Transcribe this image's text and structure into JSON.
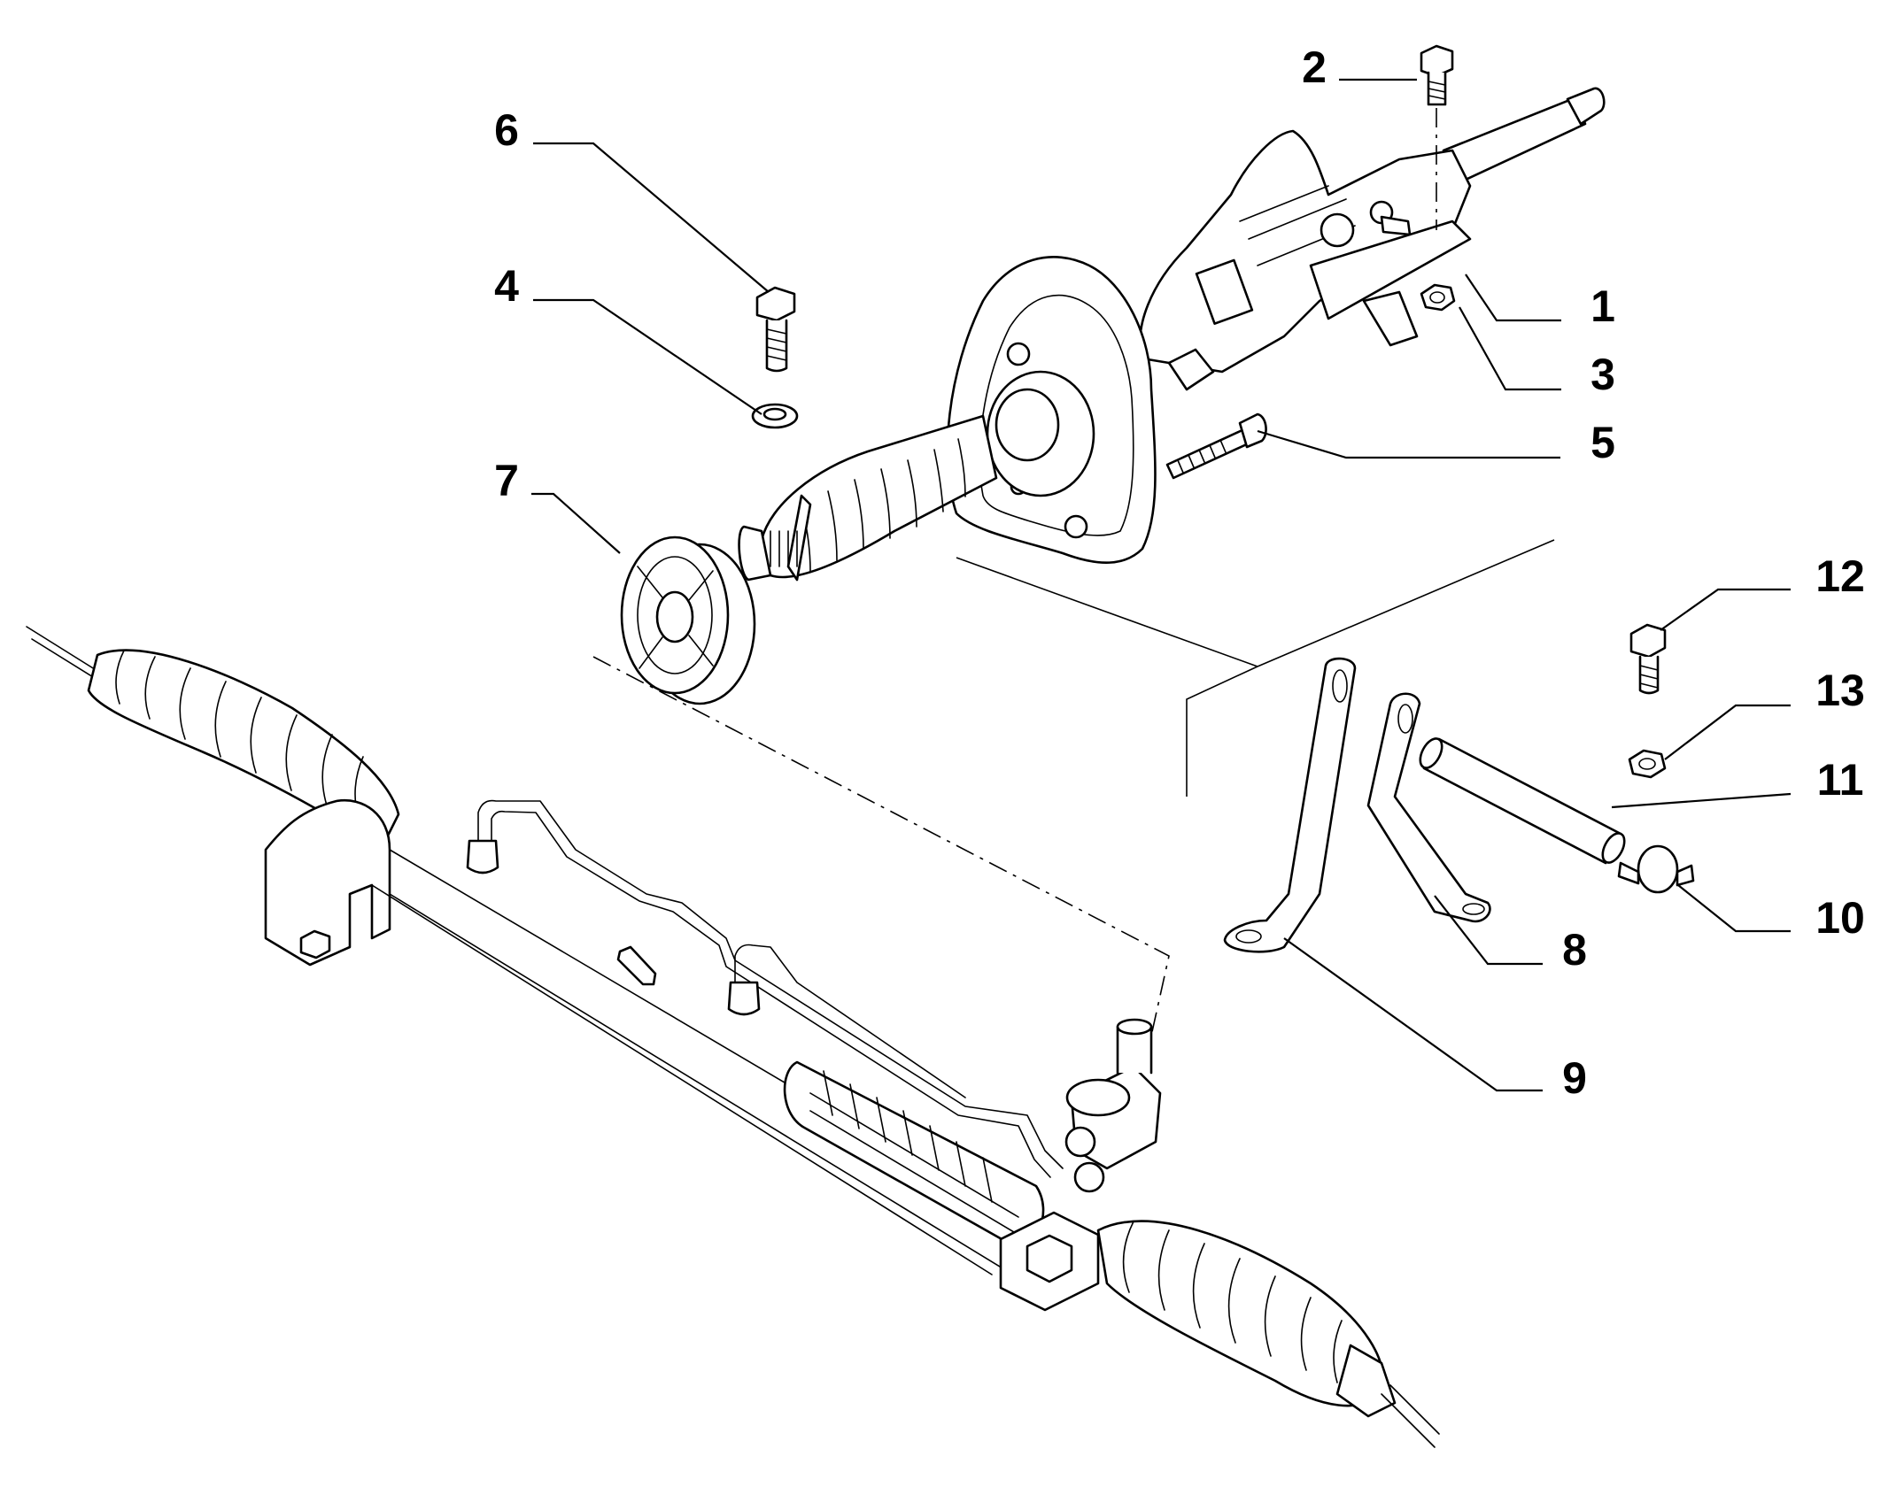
{
  "diagram": {
    "callouts": [
      {
        "id": "1",
        "label": "1"
      },
      {
        "id": "2",
        "label": "2"
      },
      {
        "id": "3",
        "label": "3"
      },
      {
        "id": "4",
        "label": "4"
      },
      {
        "id": "5",
        "label": "5"
      },
      {
        "id": "6",
        "label": "6"
      },
      {
        "id": "7",
        "label": "7"
      },
      {
        "id": "8",
        "label": "8"
      },
      {
        "id": "9",
        "label": "9"
      },
      {
        "id": "10",
        "label": "10"
      },
      {
        "id": "11",
        "label": "11"
      },
      {
        "id": "12",
        "label": "12"
      },
      {
        "id": "13",
        "label": "13"
      }
    ],
    "parts": [
      {
        "name": "steering-column-assembly",
        "callout": "1"
      },
      {
        "name": "bolt",
        "callout": "2"
      },
      {
        "name": "nut",
        "callout": "3"
      },
      {
        "name": "washer",
        "callout": "4"
      },
      {
        "name": "screw",
        "callout": "5"
      },
      {
        "name": "bolt",
        "callout": "6"
      },
      {
        "name": "grommet",
        "callout": "7"
      },
      {
        "name": "bracket",
        "callout": "8"
      },
      {
        "name": "bracket",
        "callout": "9"
      },
      {
        "name": "stud",
        "callout": "10"
      },
      {
        "name": "spacer-tube",
        "callout": "11"
      },
      {
        "name": "bolt",
        "callout": "12"
      },
      {
        "name": "nut",
        "callout": "13"
      },
      {
        "name": "steering-rack",
        "callout": ""
      }
    ],
    "colors": {
      "line": "#000000",
      "shade": "#d9d9d9",
      "background": "#ffffff"
    }
  }
}
